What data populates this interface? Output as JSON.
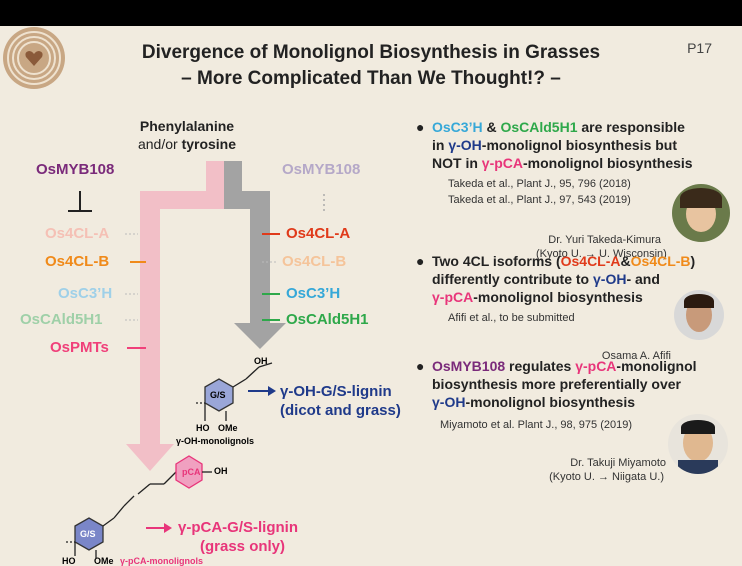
{
  "title": {
    "line1": "Divergence of Monolignol Biosynthesis in Grasses",
    "line2": "– More Complicated Than We Thought!? –"
  },
  "page_number": "P17",
  "colors": {
    "pink_arrow": "#f2bfc7",
    "gray_arrow": "#9a9a9a",
    "oh_text": "#1f3a8a",
    "pca_text": "#e8357a",
    "os4cla": "#e03a1a",
    "os4clb": "#f08a1a",
    "osc3h": "#36a8d8",
    "oscald5h1": "#2ea84a",
    "ospmts": "#f0407a",
    "osmyb108": "#7a2a7a"
  },
  "diagram": {
    "substrate_line1": "Phenylalanine",
    "substrate_line2": "and/or",
    "substrate_line3": "tyrosine",
    "left_myb": "OsMYB108",
    "right_myb": "OsMYB108",
    "left_genes": [
      "Os4CL-A",
      "Os4CL-B",
      "OsC3’H",
      "OsCAld5H1",
      "OsPMTs"
    ],
    "right_genes": [
      "Os4CL-A",
      "Os4CL-B",
      "OsC3’H",
      "OsCAld5H1"
    ],
    "oh_lignin_line1": "γ-OH-G/S-lignin",
    "oh_lignin_line2": "(dicot and grass)",
    "oh_monolignol_label": "γ-OH-monolignols",
    "pca_lignin_line1": "γ-pCA-G/S-lignin",
    "pca_lignin_line2": "(grass only)",
    "pca_monolignol_label": "γ-pCA-monolignols",
    "struct_oh": "OH",
    "struct_ho": "HO",
    "struct_ome": "OMe",
    "struct_gs": "G/S",
    "struct_pca": "pCA"
  },
  "bullets": [
    {
      "lines": [
        [
          "OsC3’H",
          " & ",
          "OsCAld5H1",
          " are responsible"
        ],
        [
          "in ",
          "γ-OH",
          "-monolignol biosynthesis but"
        ],
        [
          "NOT in ",
          "γ-pCA",
          "-monolignol biosynthesis"
        ]
      ],
      "refs": [
        "Takeda et al., Plant J., 95, 796 (2018)",
        "Takeda et al., Plant J., 97, 543 (2019)"
      ],
      "person": "Dr. Yuri Takeda-Kimura",
      "affil": "(Kyoto U. → U. Wisconsin)"
    },
    {
      "lines": [
        [
          "Two 4CL isoforms (",
          "Os4CL-A",
          "&",
          "Os4CL-B",
          ")"
        ],
        [
          "differently contribute to ",
          "γ-OH",
          "- and"
        ],
        [
          "γ-pCA",
          "-monolignol biosynthesis"
        ]
      ],
      "refs": [
        "Afifi et al., to be submitted"
      ],
      "person": "Osama A. Afifi"
    },
    {
      "lines": [
        [
          "OsMYB108",
          " regulates ",
          "γ-pCA",
          "-monolignol"
        ],
        [
          "biosynthesis more preferentially over"
        ],
        [
          "γ-OH",
          "-monolignol biosynthesis"
        ]
      ],
      "refs": [
        "Miyamoto et al. Plant J., 98, 975 (2019)"
      ],
      "person": "Dr. Takuji Miyamoto",
      "affil": "(Kyoto U. → Niigata U.)"
    }
  ]
}
